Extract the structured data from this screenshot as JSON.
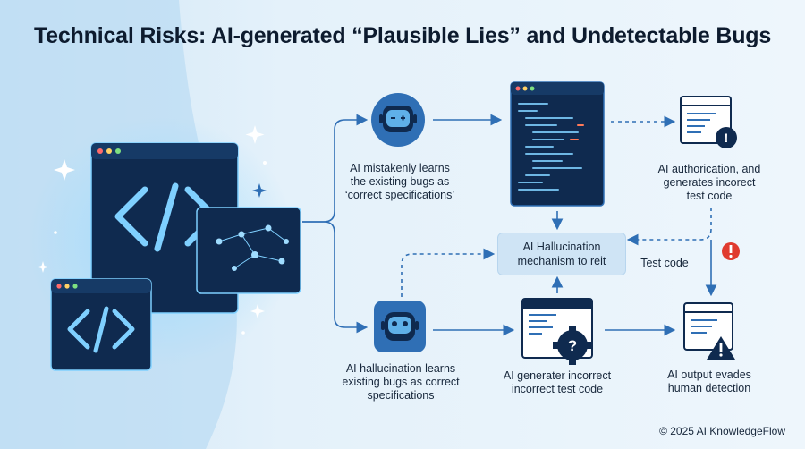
{
  "title": "Technical Risks: AI-generated “Plausible Lies” and Undetectable Bugs",
  "steps": {
    "learn_correct": "AI mistakenly learns\nthe existing bugs as\n‘correct specifications’",
    "authorication": "AI authorication, and\ngenerates incorect\ntest code",
    "mechanism": "AI Hallucination\nmechanism to reit",
    "test_code": "Test code",
    "hallucination_learns": "AI hallucination learns\nexisting bugs as correct\nspecifications",
    "generater": "AI generater incorrect\nincorrect test code",
    "evades": "AI output evades\nhuman detection"
  },
  "copyright": "© 2025 AI KnowledgeFlow",
  "colors": {
    "navy": "#0f2a4f",
    "accent": "#2f6fb5",
    "glow": "#7fd0ff",
    "warning_red": "#e03b2f",
    "text": "#17273b"
  },
  "icons": [
    "code-window-icon",
    "code-brackets-icon",
    "network-graph-icon",
    "robot-head-icon",
    "code-editor-icon",
    "document-alert-icon",
    "warning-badge-icon",
    "gear-question-icon",
    "document-warning-icon",
    "sparkle-icon"
  ]
}
